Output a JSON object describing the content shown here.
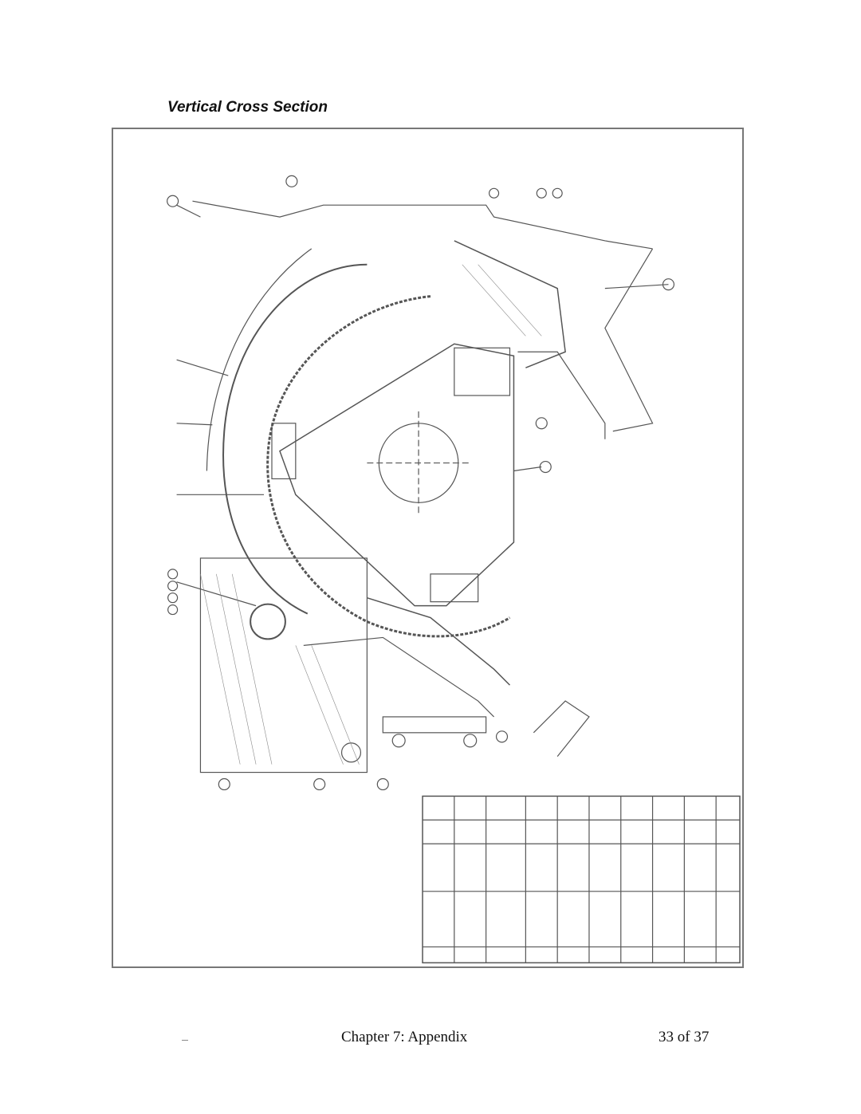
{
  "page": {
    "heading": "Vertical Cross Section",
    "footer_left": "Chapter 7: Appendix",
    "footer_right": "33 of 37"
  },
  "drawing": {
    "subject": "vertical cross section engineering drawing",
    "line_color": "#555555"
  }
}
